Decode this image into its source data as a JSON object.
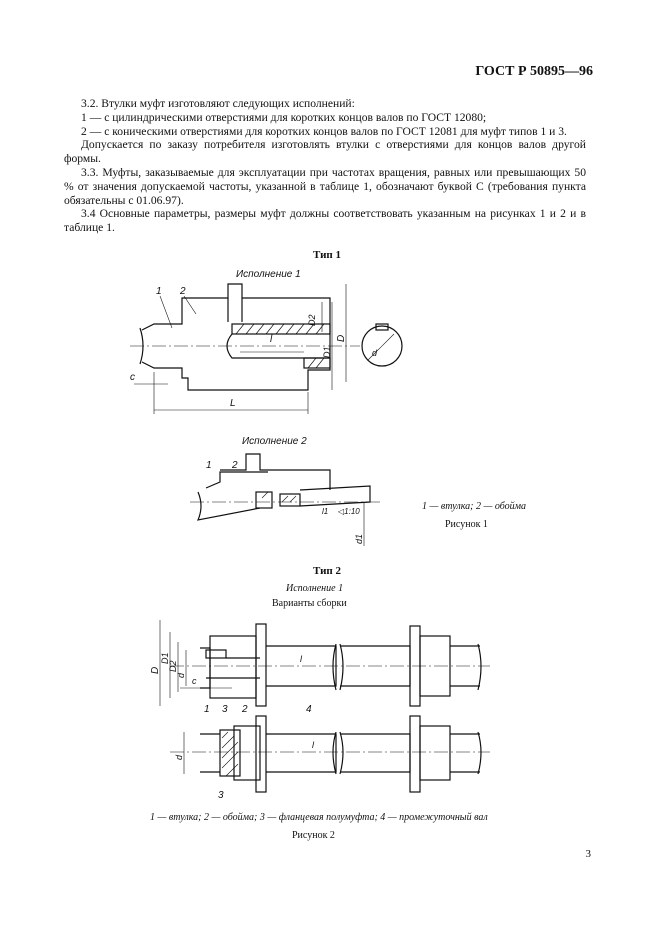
{
  "header": {
    "doc_code": "ГОСТ Р 50895—96"
  },
  "section": {
    "p32": "3.2. Втулки муфт изготовляют следующих исполнений:",
    "p32_1": "1 — с цилиндрическими отверстиями для коротких концов валов по ГОСТ 12080;",
    "p32_2": "2 — с коническими отверстиями для коротких концов валов по ГОСТ 12081 для муфт типов 1 и 3.",
    "p32_3": "Допускается по заказу потребителя изготовлять втулки с отверстиями для концов валов другой формы.",
    "p33": "3.3. Муфты, заказываемые для эксплуатации при частотах вращения, равных или превышающих 50 % от значения допускаемой частоты, указанной в таблице 1, обозначают буквой С (требования пункта обязательны с 01.06.97).",
    "p34": "3.4 Основные параметры, размеры муфт должны соответствовать указанным на рисунках 1 и 2 и в таблице 1."
  },
  "figure1": {
    "type_title": "Тип 1",
    "variant1_title": "Исполнение 1",
    "variant2_title": "Исполнение 2",
    "legend": "1 — втулка; 2 — обойма",
    "caption": "Рисунок 1",
    "labels": {
      "n1": "1",
      "n2": "2",
      "l": "l",
      "L": "L",
      "c": "c",
      "D2": "D2",
      "D1": "D1",
      "D": "D",
      "d": "d",
      "l1": "l1",
      "taper": "◁1:10",
      "d1": "d1"
    }
  },
  "figure2": {
    "type_title": "Тип 2",
    "variant1_title": "Исполнение 1",
    "subtitle": "Варианты сборки",
    "legend": "1 — втулка; 2 — обойма; 3 — фланцевая полумуфта; 4 — промежуточный вал",
    "caption": "Рисунок 2",
    "labels": {
      "n1": "1",
      "n2": "2",
      "n3": "3",
      "n4": "4",
      "D": "D",
      "D1": "D1",
      "D2": "D2",
      "d": "d",
      "c": "c",
      "l": "l"
    }
  },
  "footer": {
    "page_number": "3"
  }
}
